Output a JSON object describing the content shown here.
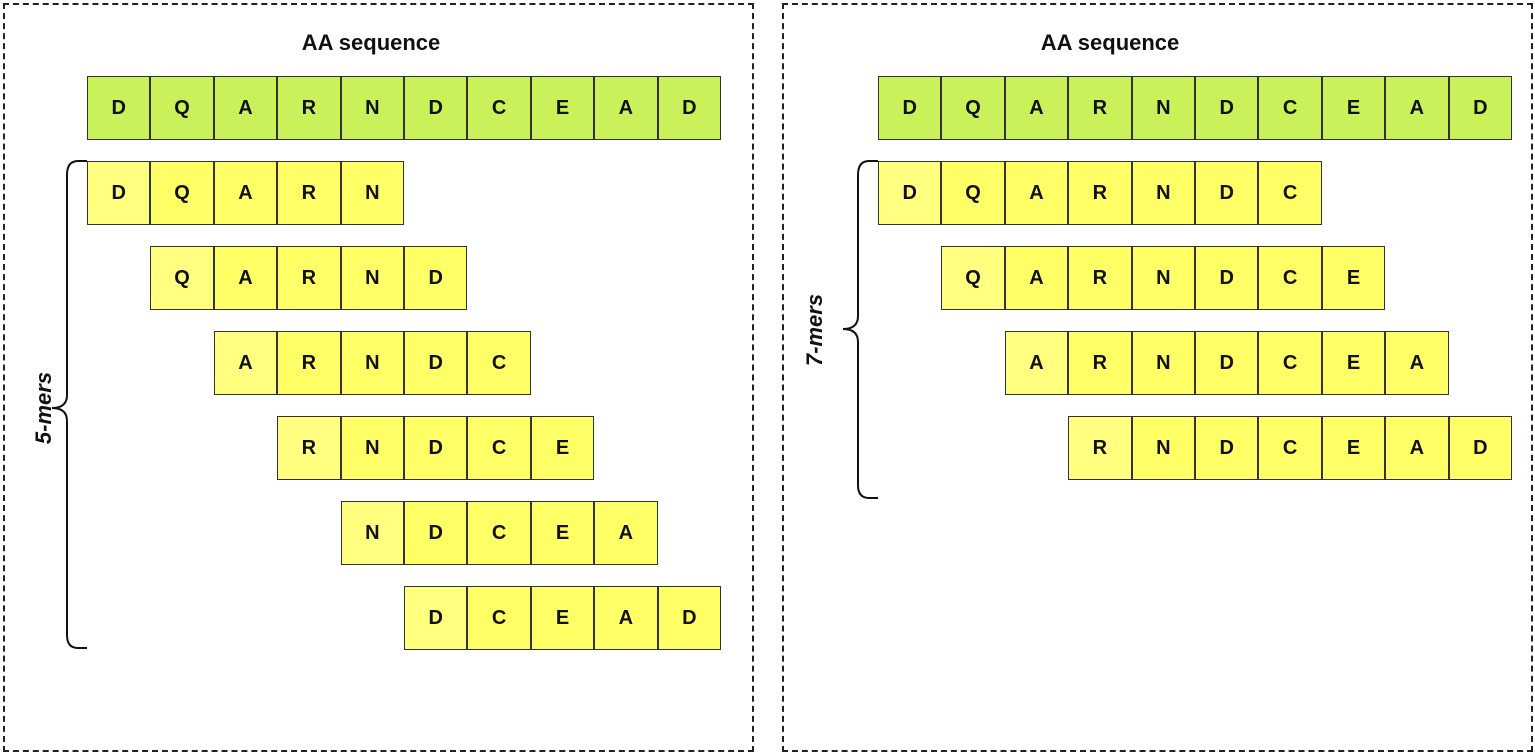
{
  "panels": [
    {
      "title": "AA sequence",
      "sequence": [
        "D",
        "Q",
        "A",
        "R",
        "N",
        "D",
        "C",
        "E",
        "A",
        "D"
      ],
      "k_label": "5-mers",
      "k": 5,
      "kmers": [
        [
          "D",
          "Q",
          "A",
          "R",
          "N"
        ],
        [
          "Q",
          "A",
          "R",
          "N",
          "D"
        ],
        [
          "A",
          "R",
          "N",
          "D",
          "C"
        ],
        [
          "R",
          "N",
          "D",
          "C",
          "E"
        ],
        [
          "N",
          "D",
          "C",
          "E",
          "A"
        ],
        [
          "D",
          "C",
          "E",
          "A",
          "D"
        ]
      ]
    },
    {
      "title": "AA sequence",
      "sequence": [
        "D",
        "Q",
        "A",
        "R",
        "N",
        "D",
        "C",
        "E",
        "A",
        "D"
      ],
      "k_label": "7-mers",
      "k": 7,
      "kmers": [
        [
          "D",
          "Q",
          "A",
          "R",
          "N",
          "D",
          "C"
        ],
        [
          "Q",
          "A",
          "R",
          "N",
          "D",
          "C",
          "E"
        ],
        [
          "A",
          "R",
          "N",
          "D",
          "C",
          "E",
          "A"
        ],
        [
          "R",
          "N",
          "D",
          "C",
          "E",
          "A",
          "D"
        ]
      ]
    }
  ],
  "colors": {
    "sequence": "#c9f25a",
    "kmer": "#ffff66"
  }
}
